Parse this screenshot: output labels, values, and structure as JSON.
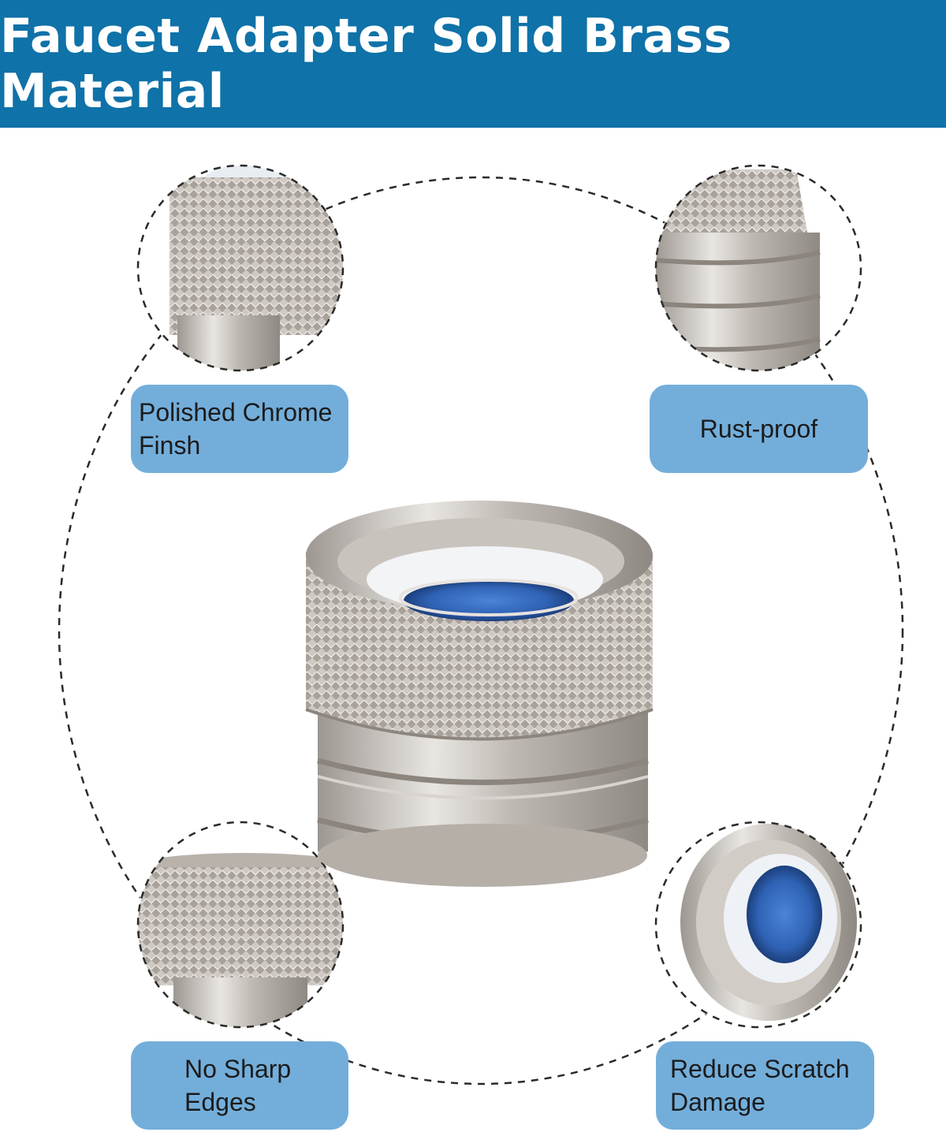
{
  "banner": {
    "title": "Faucet Adapter Solid Brass Material",
    "color": "#0f72a8"
  },
  "features": {
    "top_left": "Polished Chrome\nFinsh",
    "top_right": "Rust-proof",
    "bottom_left": "No Sharp\nEdges",
    "bottom_right": "Reduce Scratch\nDamage"
  },
  "colors": {
    "label_bg": "#73aedb",
    "metal": "#c8c3be",
    "seal_blue": "#2a5fb0"
  }
}
